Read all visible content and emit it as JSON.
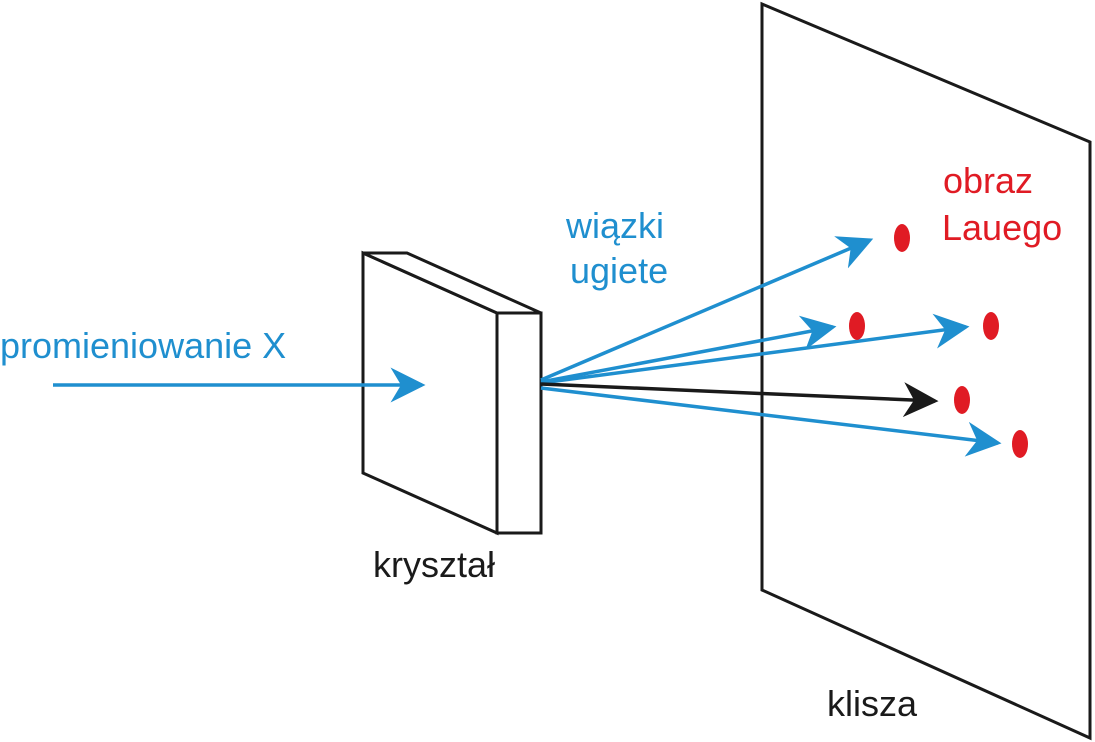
{
  "labels": {
    "xray": "promieniowanie X",
    "diffracted_line1": "wiązki",
    "diffracted_line2": "ugiete",
    "crystal": "kryształ",
    "film": "klisza",
    "laue_line1": "obraz",
    "laue_line2": "Lauego"
  },
  "colors": {
    "beam": "#1f8fcf",
    "transmitted": "#1a1a1a",
    "spot": "#e01b24",
    "outline": "#1a1a1a",
    "text_dark": "#1a1a1a"
  }
}
